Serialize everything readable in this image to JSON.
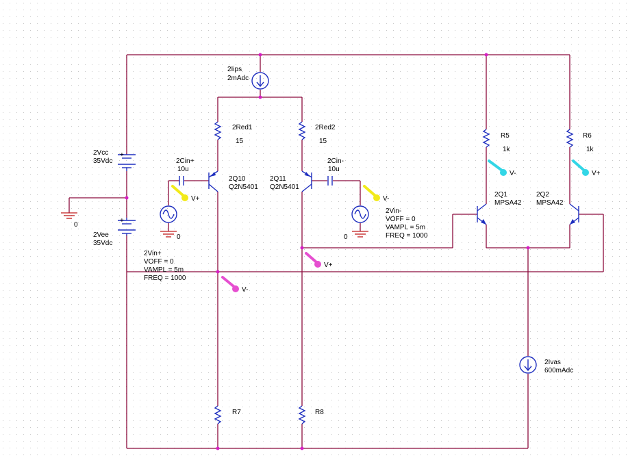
{
  "colors": {
    "wire": "#8b0a3c",
    "component": "#1f2fbf",
    "node": "#d61ec4",
    "ground": "#c01a1a",
    "probe_v_minus_cyan": "#33d6e6",
    "probe_vin_yellow": "#f2ea1a",
    "probe_v_magenta": "#e64fd0"
  },
  "components": {
    "Vcc": {
      "name": "2Vcc",
      "value": "35Vdc"
    },
    "Vee": {
      "name": "2Vee",
      "value": "35Vdc"
    },
    "Iips": {
      "name": "2Iips",
      "value": "2mAdc"
    },
    "Red1": {
      "name": "2Red1",
      "value": "15"
    },
    "Red2": {
      "name": "2Red2",
      "value": "15"
    },
    "R5": {
      "name": "R5",
      "value": "1k"
    },
    "R6": {
      "name": "R6",
      "value": "1k"
    },
    "Cinp": {
      "name": "2Cin+",
      "value": "10u"
    },
    "Cinm": {
      "name": "2Cin-",
      "value": "10u"
    },
    "Q10": {
      "name": "2Q10",
      "model": "Q2N5401"
    },
    "Q11": {
      "name": "2Q11",
      "model": "Q2N5401"
    },
    "Q1": {
      "name": "2Q1",
      "model": "MPSA42"
    },
    "Q2": {
      "name": "2Q2",
      "model": "MPSA42"
    },
    "Vinp": {
      "name": "2Vin+",
      "voff": "VOFF = 0",
      "vampl": "VAMPL = 5m",
      "freq": "FREQ = 1000"
    },
    "Vinm": {
      "name": "2Vin-",
      "voff": "VOFF = 0",
      "vampl": "VAMPL = 5m",
      "freq": "FREQ = 1000"
    },
    "Ivas": {
      "name": "2Ivas",
      "value": "600mAdc"
    },
    "R7": {
      "name": "R7"
    },
    "R8": {
      "name": "R8"
    }
  },
  "grounds": {
    "main": "0",
    "vinp": "0",
    "vinm": "0"
  },
  "probes": {
    "r5": "V-",
    "r6": "V+",
    "cinp": "V+",
    "cinm": "V-",
    "q11_collector": "V+",
    "q10_collector": "V-"
  }
}
